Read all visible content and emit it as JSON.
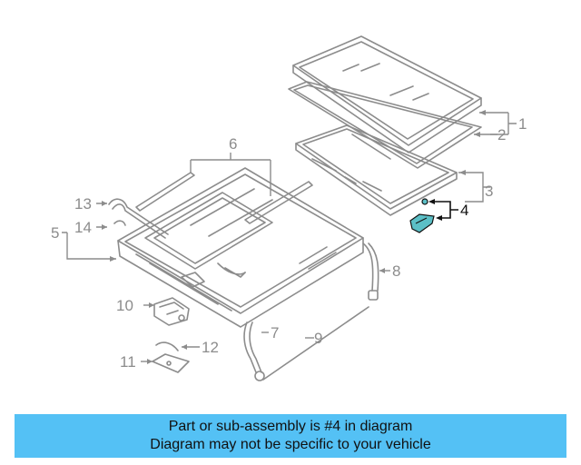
{
  "callouts": {
    "c1": "1",
    "c2": "2",
    "c3": "3",
    "c4": "4",
    "c5": "5",
    "c6": "6",
    "c7": "7",
    "c8": "8",
    "c9": "9",
    "c10": "10",
    "c11": "11",
    "c12": "12",
    "c13": "13",
    "c14": "14"
  },
  "highlighted_part": "4",
  "colors": {
    "line": "#8c8c8c",
    "highlight_part": "#5bbfc6",
    "highlight_line": "#111111",
    "banner": "#54c1f5"
  },
  "banner": {
    "line1": "Part or sub-assembly is #4 in diagram",
    "line2": "Diagram may not be specific to your vehicle"
  }
}
